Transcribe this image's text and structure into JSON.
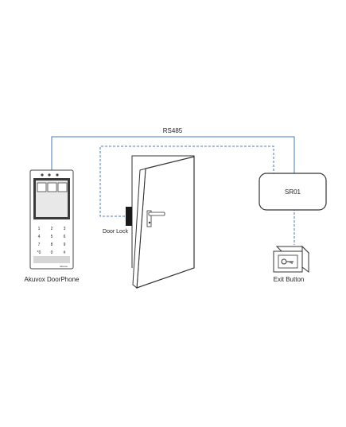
{
  "labels": {
    "rs485": "RS485",
    "controller": "SR01",
    "door_lock": "Door Lock",
    "doorphone": "Akuvox DoorPhone",
    "exit_button": "Exit Button"
  },
  "doorphone": {
    "keypad": [
      "1",
      "2",
      "3",
      "4",
      "5",
      "6",
      "7",
      "8",
      "9",
      "*0",
      "0",
      "#"
    ],
    "brand": "Akuvox"
  },
  "colors": {
    "blue_line": "#4a79b8",
    "outline": "#333333",
    "panel_dark": "#3a3a3a"
  },
  "icons": {
    "exit_button": "key-icon",
    "lock": "door-lock-icon"
  }
}
